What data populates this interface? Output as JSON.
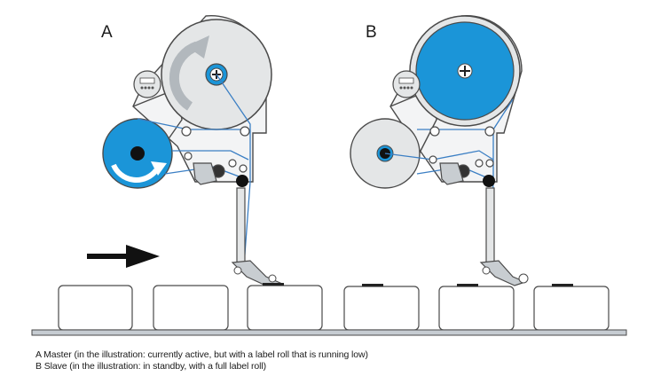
{
  "labels": {
    "master": "A",
    "slave": "B"
  },
  "captions": {
    "master": "A Master (in the illustration: currently active, but with a label roll that is running low)",
    "slave": "B Slave (in the illustration: in standby, with a full label roll)"
  },
  "colors": {
    "label_blue": "#1b95d8",
    "roll_grey": "#e4e6e7",
    "outline": "#4a4a4a",
    "web_blue": "#3b7fc4",
    "arrow_grey": "#b2b8bd",
    "conveyor": "#c6ccd2",
    "direction_arrow": "#111111"
  },
  "icons": {
    "flow_direction": "arrow-right-icon",
    "rotation": "rotation-arrow-icon"
  },
  "boxes_count": 6
}
